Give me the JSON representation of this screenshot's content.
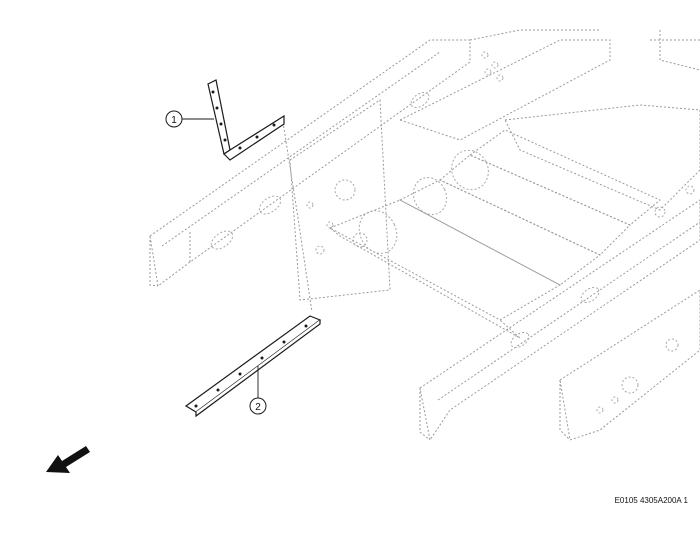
{
  "callouts": [
    {
      "label": "1"
    },
    {
      "label": "2"
    }
  ],
  "reference_code": "E0105 4305A200A 1",
  "icons": {
    "direction_arrow": "direction-arrow-icon"
  }
}
